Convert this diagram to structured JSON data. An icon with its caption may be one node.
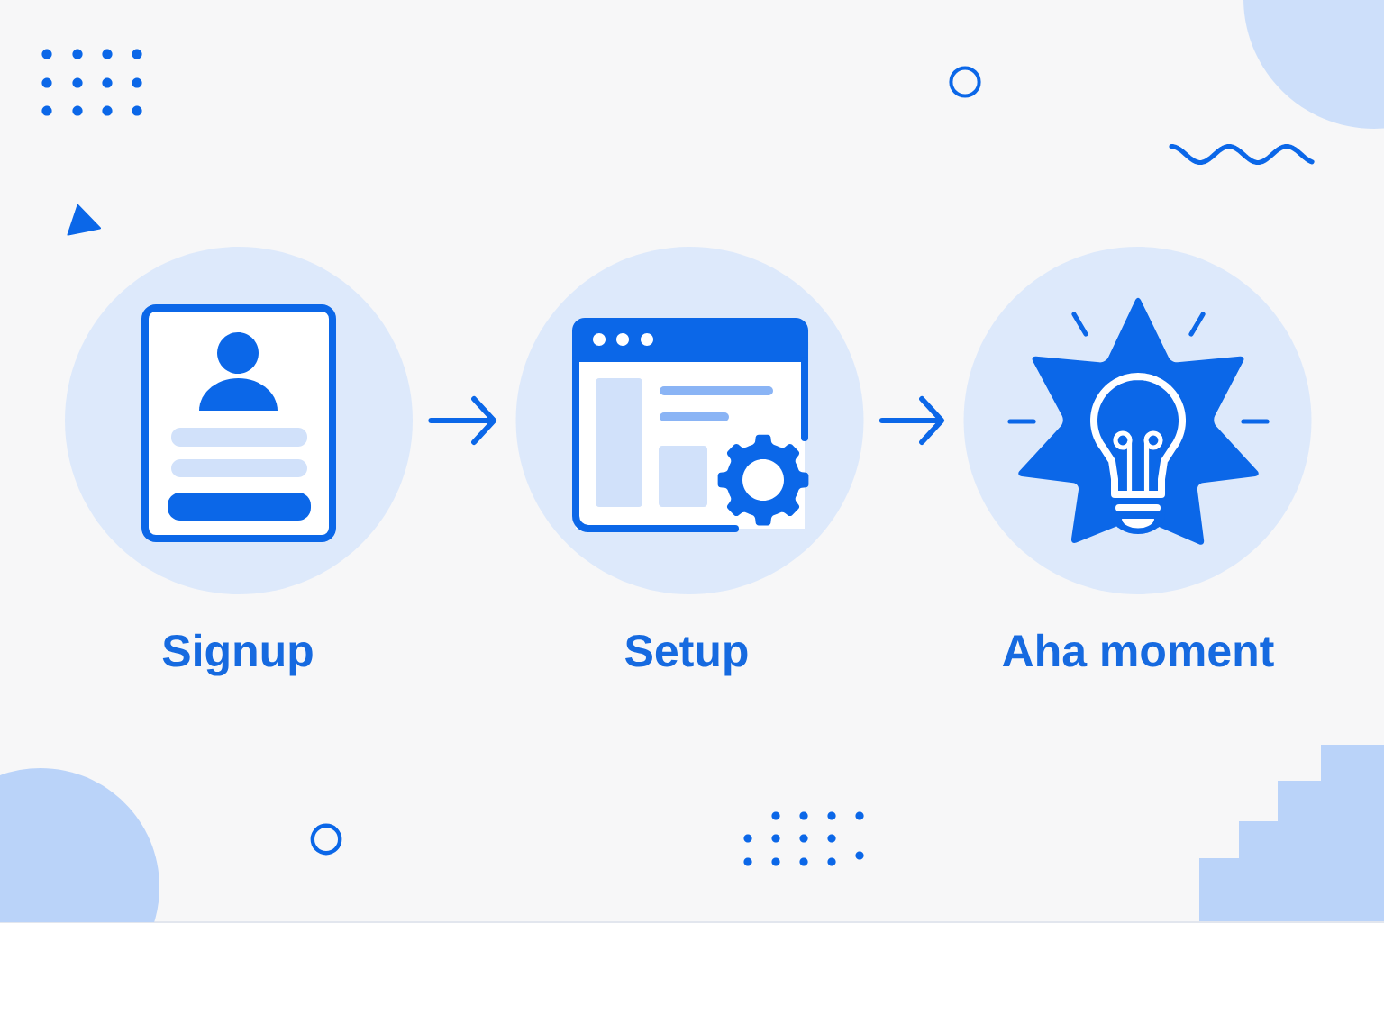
{
  "diagram": {
    "nodes": [
      {
        "text": [
          "Signup"
        ]
      },
      {
        "text": [
          "Setup"
        ]
      },
      {
        "text": [
          "Aha moment"
        ]
      }
    ],
    "edges": [
      {
        "from": 0,
        "to": 1,
        "arrow": "to"
      },
      {
        "from": 1,
        "to": 2,
        "arrow": "to"
      }
    ]
  }
}
